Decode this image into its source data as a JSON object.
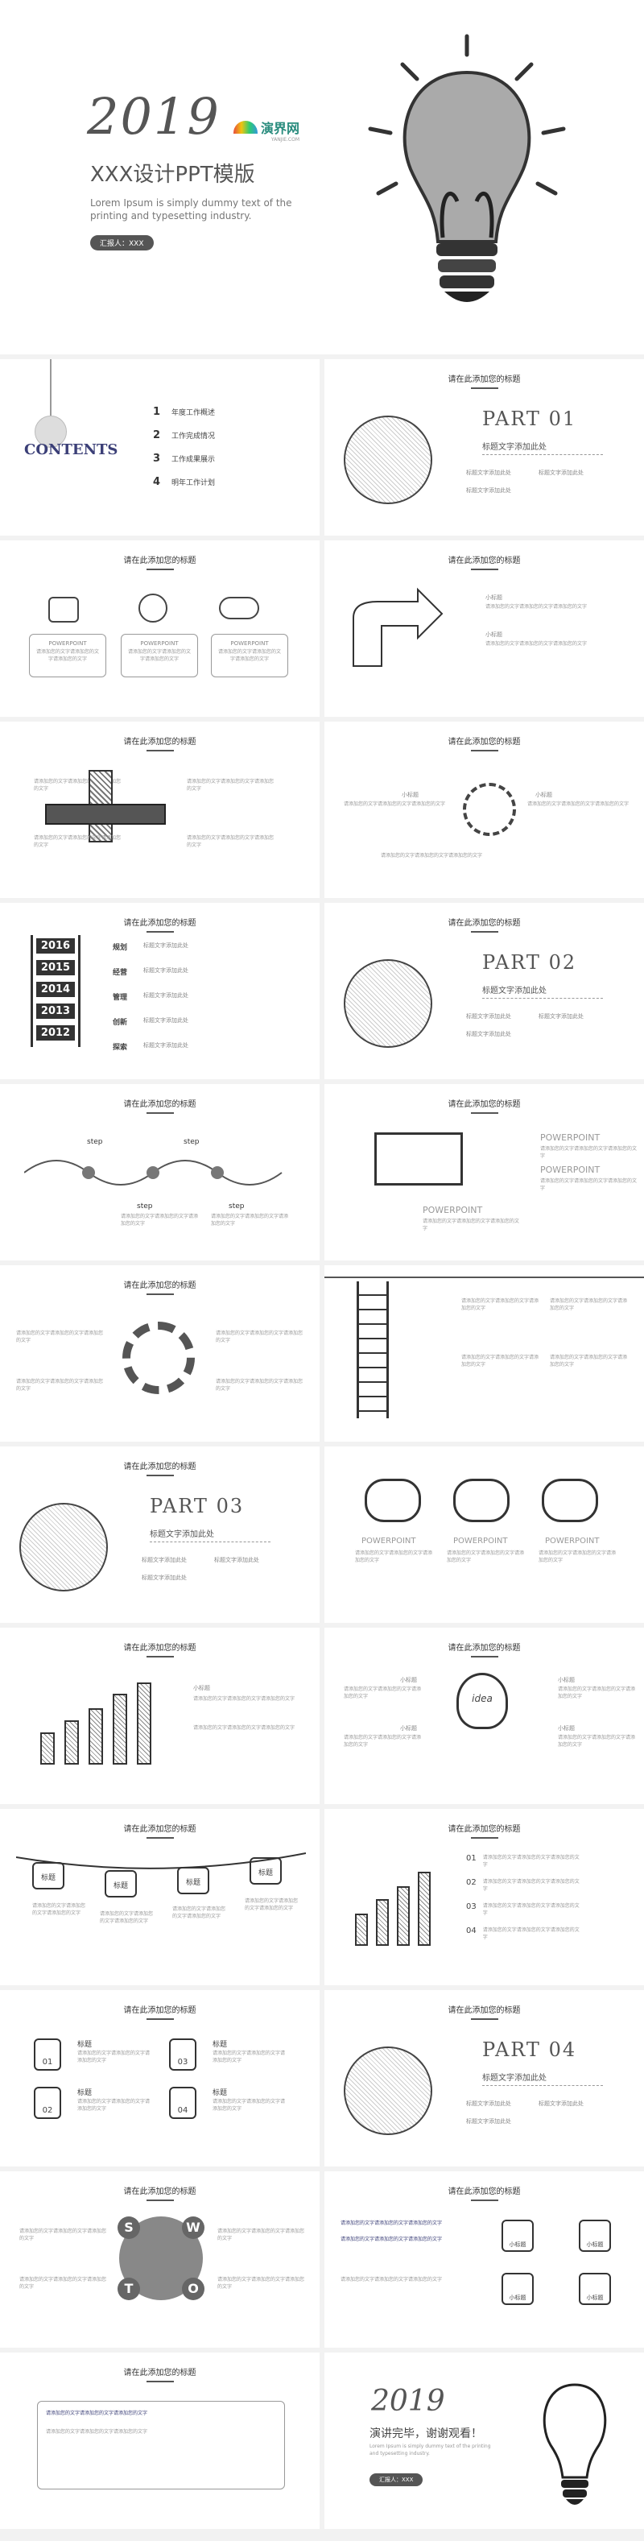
{
  "cover": {
    "year": "2019",
    "logo_text": "演界网",
    "logo_sub": "YANJIE.COM",
    "title": "XXX设计PPT模版",
    "subtitle": "Lorem Ipsum is simply dummy text of the printing and typesetting industry.",
    "reporter": "汇报人：XXX"
  },
  "common": {
    "slide_title": "请在此添加您的标题",
    "subtitle_text": "标题文字添加此处",
    "body_short": "标题文字添加此处",
    "body_text": "请添加您的文字请添加您的文字请添加您的文字",
    "powerpoint": "POWERPOINT",
    "step": "step",
    "label_title": "标题",
    "small_heading": "小标题",
    "idea": "idea"
  },
  "contents": {
    "heading": "CONTENTS",
    "items": [
      {
        "num": "1",
        "label": "年度工作概述"
      },
      {
        "num": "2",
        "label": "工作完成情况"
      },
      {
        "num": "3",
        "label": "工作成果展示"
      },
      {
        "num": "4",
        "label": "明年工作计划"
      }
    ]
  },
  "parts": [
    "PART 01",
    "PART 02",
    "PART 03",
    "PART 04"
  ],
  "timeline": {
    "years": [
      "2016",
      "2015",
      "2014",
      "2013",
      "2012"
    ],
    "labels": [
      "规划",
      "经营",
      "管理",
      "创新",
      "探索"
    ]
  },
  "swot": [
    "S",
    "W",
    "T",
    "O"
  ],
  "numbered": [
    "01",
    "02",
    "03",
    "04"
  ],
  "flow": [
    "01",
    "02",
    "03",
    "04"
  ],
  "ending": {
    "year": "2019",
    "thanks": "演讲完毕，谢谢观看！",
    "subtitle": "Lorem Ipsum is simply dummy text of the printing and typesetting industry.",
    "reporter": "汇报人：XXX"
  }
}
